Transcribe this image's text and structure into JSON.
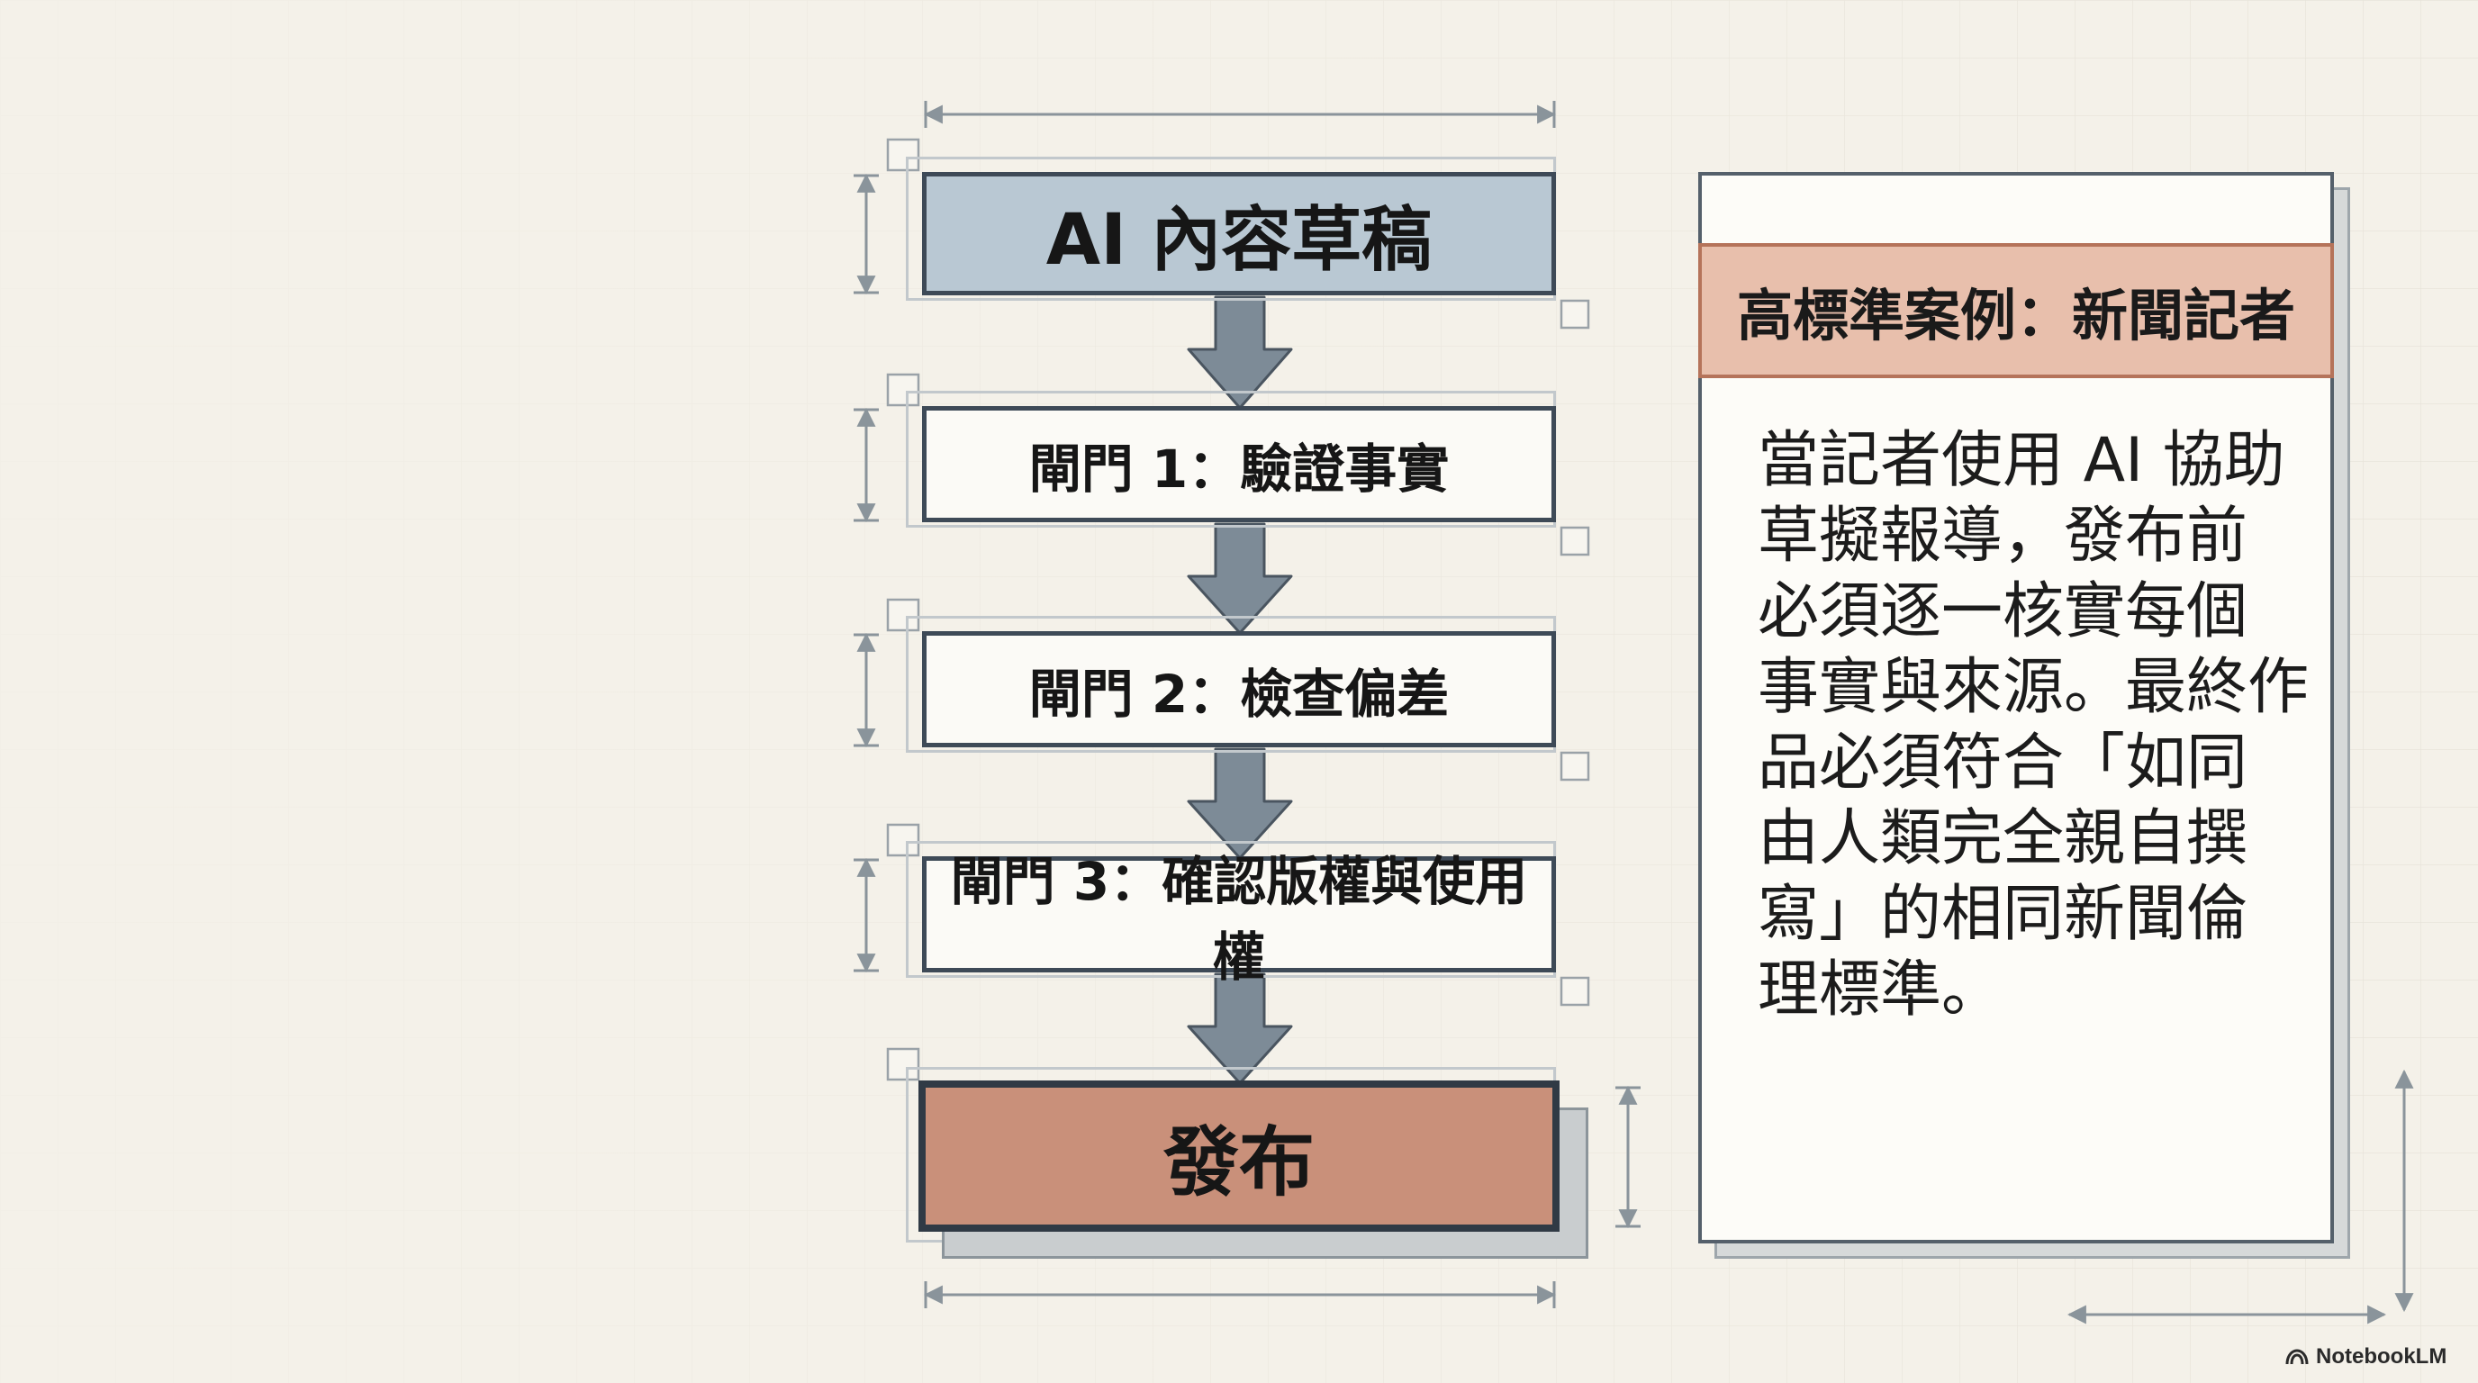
{
  "flow": {
    "draft": "AI 內容草稿",
    "gate1": "閘門 1：驗證事實",
    "gate2": "閘門 2：檢查偏差",
    "gate3": "閘門 3：確認版權與使用權",
    "publish": "發布"
  },
  "case": {
    "title": "高標準案例：新聞記者",
    "body_lines": [
      "當記者使用 AI 協助",
      "草擬報導，發布前",
      "必須逐一核實每個",
      "事實與來源。最終作",
      "品必須符合「如同",
      "由人類完全親自撰",
      "寫」的相同新聞倫",
      "理標準。"
    ]
  },
  "brand": {
    "label": "NotebookLM",
    "icon": "notebooklm-logo-icon"
  },
  "colors": {
    "background": "#f4f1e9",
    "draft_fill": "#b9c8d3",
    "gate_fill": "#fbfaf6",
    "publish_fill": "#c9907a",
    "arrow_fill": "#7d8b97",
    "header_fill": "#e8bfac"
  }
}
